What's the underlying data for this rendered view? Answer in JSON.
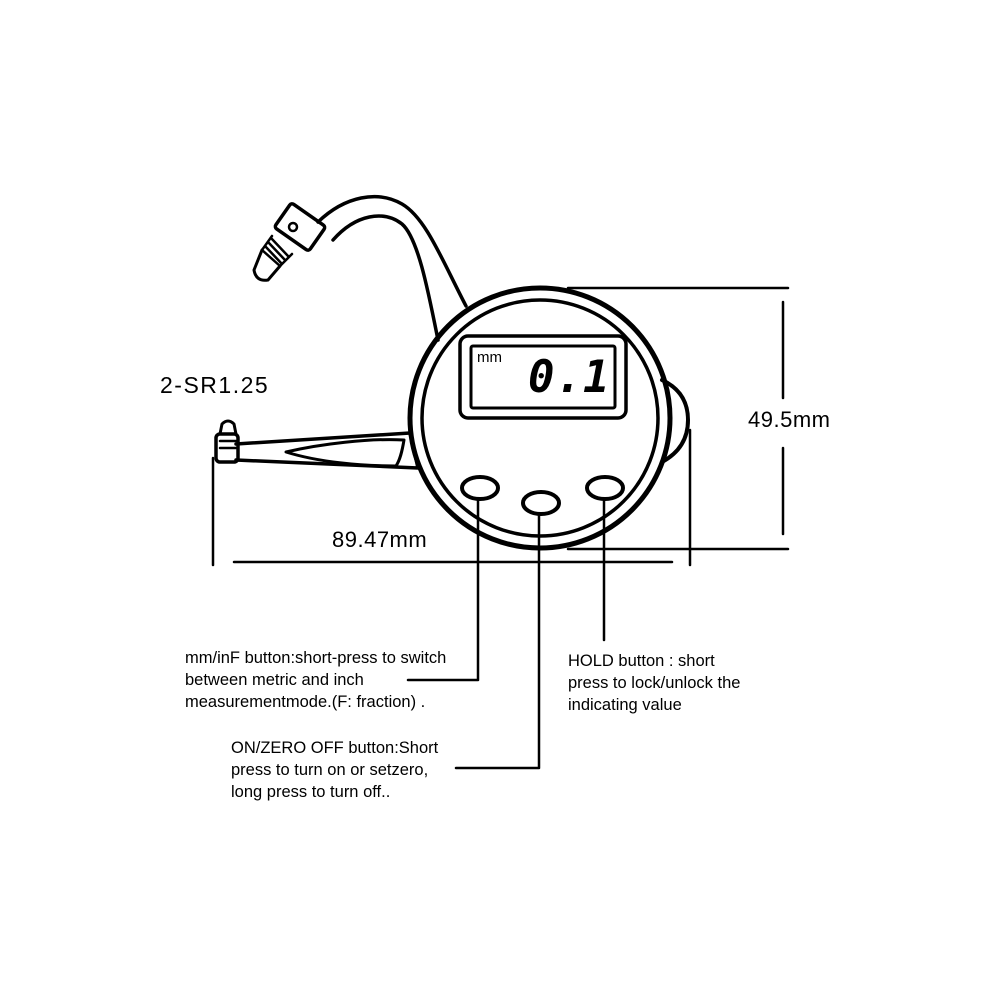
{
  "dimensions": {
    "probe_radius": "2-SR1.25",
    "height": "49.5mm",
    "width": "89.47mm"
  },
  "display": {
    "unit": "mm",
    "value": "0.1"
  },
  "callouts": {
    "mm_inf_button": "mm/inF button:short-press to switch\nbetween metric and inch\nmeasurementmode.(F: fraction) .",
    "on_zero_off_button": "ON/ZERO OFF button:Short\npress to turn on or setzero,\nlong press to turn off..",
    "hold_button": "HOLD button : short\npress to lock/unlock the\nindicating value"
  },
  "colors": {
    "line": "#000000",
    "background": "#ffffff"
  }
}
